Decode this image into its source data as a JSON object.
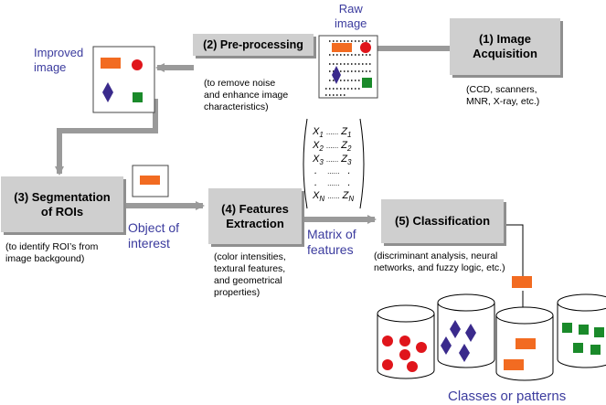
{
  "boxes": {
    "acquisition": "(1) Image\nAcquisition",
    "preprocessing": "(2) Pre-processing",
    "segmentation": "(3) Segmentation\nof ROIs",
    "features": "(4) Features\nExtraction",
    "classification": "(5) Classification"
  },
  "notes": {
    "acquisition": "(CCD, scanners,\nMNR, X-ray, etc.)",
    "preprocessing": "(to remove noise\nand enhance image\ncharacteristics)",
    "segmentation": "(to identify ROI’s from\nimage backgound)",
    "features": "(color intensities,\ntextural features,\nand geometrical\nproperties)",
    "classification": "(discriminant analysis, neural\nnetworks, and fuzzy logic, etc.)"
  },
  "labels": {
    "raw_image": "Raw\nimage",
    "improved_image": "Improved\nimage",
    "object_of_interest": "Object of\ninterest",
    "matrix_of_features": "Matrix of\nfeatures",
    "classes": "Classes or patterns"
  },
  "matrix": {
    "rows": [
      {
        "x": "X",
        "xs": "1",
        "dots": "......",
        "z": "Z",
        "zs": "1"
      },
      {
        "x": "X",
        "xs": "2",
        "dots": "......",
        "z": "Z",
        "zs": "2"
      },
      {
        "x": "X",
        "xs": "3",
        "dots": "......",
        "z": "Z",
        "zs": "3"
      },
      {
        "x": ".",
        "xs": "",
        "dots": "......",
        "z": ".",
        "zs": ""
      },
      {
        "x": ".",
        "xs": "",
        "dots": "......",
        "z": ".",
        "zs": ""
      },
      {
        "x": "X",
        "xs": "N",
        "dots": "......",
        "z": "Z",
        "zs": "N"
      }
    ]
  },
  "colors": {
    "orange": "#f26b21",
    "red": "#e0151b",
    "purple": "#3a2a8c",
    "green": "#1a8a2a",
    "box_fill": "#cfcfcf",
    "arrow": "#9a9a9a",
    "label_blue": "#3b3b9e"
  }
}
